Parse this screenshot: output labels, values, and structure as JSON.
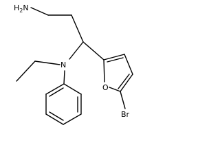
{
  "molecule": {
    "atoms": {
      "amine": "H2N",
      "amine_main": "H",
      "amine_sub": "2",
      "amine_tail": "N",
      "nitrogen": "N",
      "oxygen": "O",
      "bromine": "Br"
    }
  }
}
